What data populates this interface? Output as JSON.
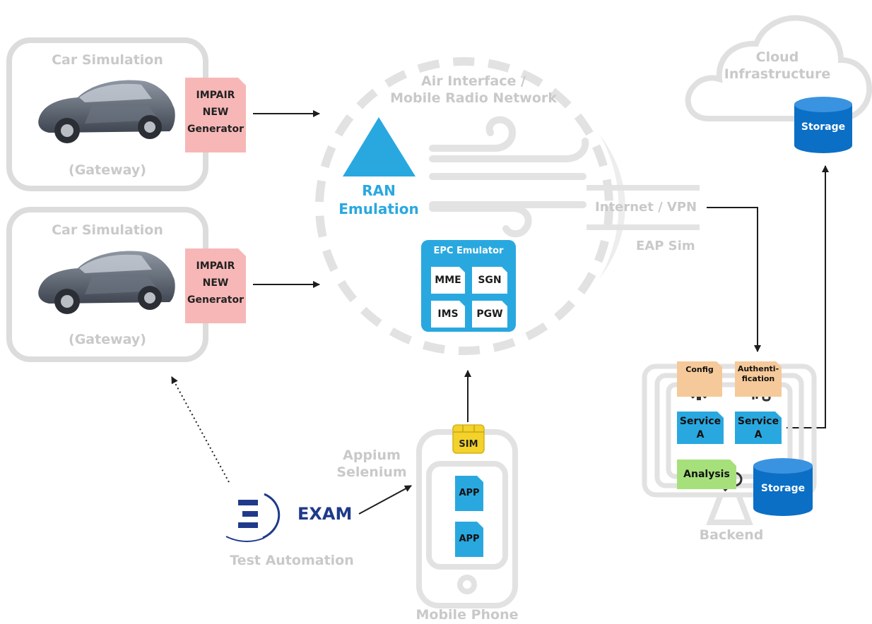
{
  "car_panels": [
    {
      "title": "Car Simulation",
      "subtitle": "(Gateway)",
      "note": [
        "IMPAIR",
        "NEW",
        "Generator"
      ]
    },
    {
      "title": "Car Simulation",
      "subtitle": "(Gateway)",
      "note": [
        "IMPAIR",
        "NEW",
        "Generator"
      ]
    }
  ],
  "air_interface": {
    "line1": "Air Interface /",
    "line2": "Mobile Radio Network"
  },
  "ran": {
    "line1": "RAN",
    "line2": "Emulation"
  },
  "epc": {
    "title": "EPC Emulator",
    "tiles": [
      "MME",
      "SGN",
      "IMS",
      "PGW"
    ]
  },
  "internet": {
    "label": "Internet / VPN",
    "sub": "EAP Sim"
  },
  "cloud": {
    "line1": "Cloud",
    "line2": "Infrastructure",
    "storage": "Storage"
  },
  "backend": {
    "label": "Backend",
    "config": "Config",
    "auth": [
      "Authenti-",
      "fication"
    ],
    "service_left": [
      "Service",
      "A"
    ],
    "service_right": [
      "Service",
      "A"
    ],
    "analysis": "Analysis",
    "storage": "Storage"
  },
  "phone": {
    "sim": "SIM",
    "apps": [
      "APP",
      "APP"
    ],
    "label": "Mobile Phone"
  },
  "automation": {
    "tools1": "Appium",
    "tools2": "Selenium",
    "brand": "EXAM",
    "caption": "Test Automation"
  },
  "colors": {
    "accent_blue": "#29a8e0",
    "panel_grey": "#dcdcdc",
    "note_pink": "#f7b7b7",
    "peach": "#f5c999",
    "storage_blue": "#0b6fc6",
    "analysis_green": "#a6e07a",
    "sim_yellow": "#f2d22b",
    "exam_navy": "#1f3a8a"
  }
}
